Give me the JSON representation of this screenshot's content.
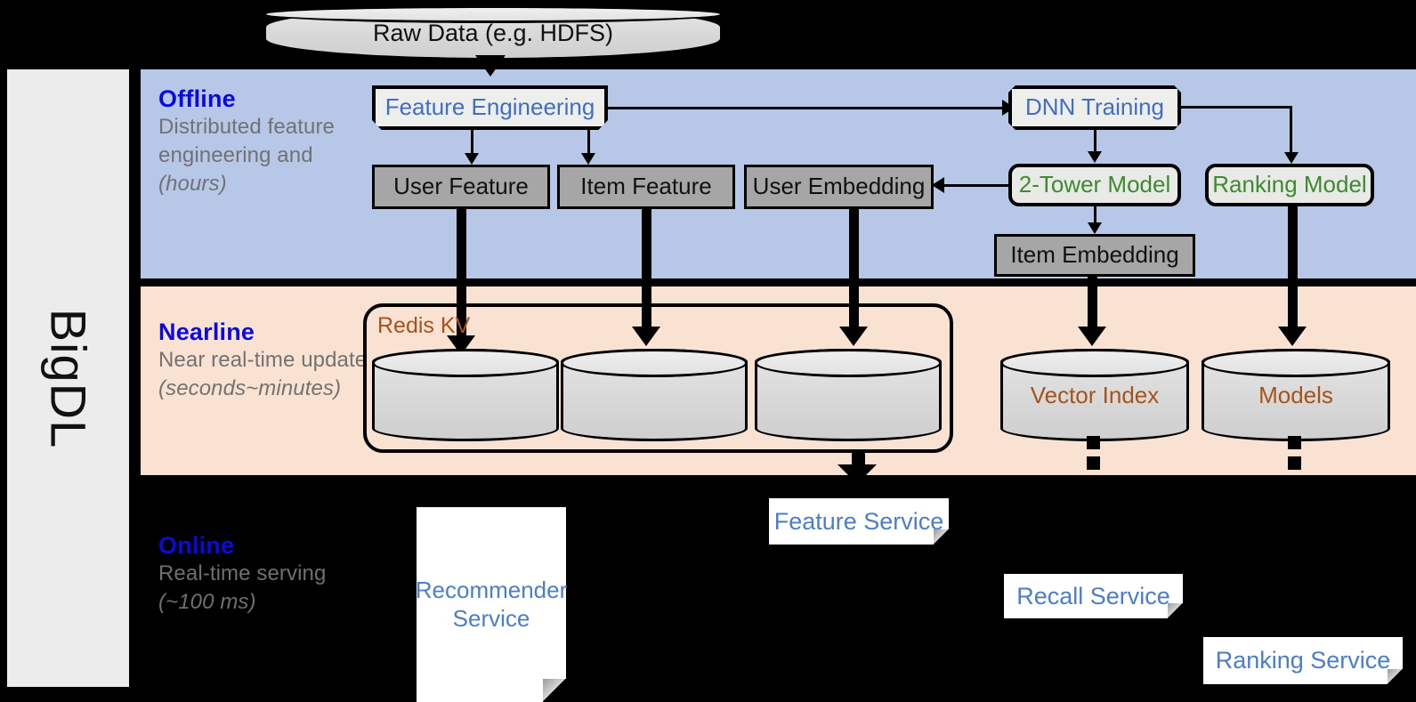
{
  "rail": {
    "label": "BigDL"
  },
  "bands": {
    "offline": {
      "title": "Offline",
      "subtitle": "Distributed feature engineering and ",
      "subtitle_em": "(hours)",
      "bg": "#b6c7e8"
    },
    "nearline": {
      "title": "Nearline",
      "subtitle": "Near real-time update ",
      "subtitle_em": "(seconds~minutes)",
      "bg": "#fae2d2"
    },
    "online": {
      "title": "Online",
      "subtitle": "Real-time serving ",
      "subtitle_em": "(~100 ms)",
      "bg": "#000000"
    }
  },
  "source": {
    "raw_data": "Raw Data (e.g. HDFS)"
  },
  "offline_nodes": {
    "feature_engineering": "Feature Engineering",
    "dnn_training": "DNN Training",
    "user_feature": "User Feature",
    "item_feature": "Item Feature",
    "user_embedding": "User Embedding",
    "two_tower_model": "2-Tower Model",
    "ranking_model": "Ranking Model",
    "item_embedding": "Item Embedding"
  },
  "nearline_nodes": {
    "redis_kv": "Redis KV",
    "vector_index": "Vector Index",
    "models": "Models"
  },
  "online_nodes": {
    "recommender_service": "Recommender Service",
    "feature_service": "Feature Service",
    "recall_service": "Recall Service",
    "ranking_service": "Ranking Service"
  },
  "colors": {
    "title_blue": "#0a0ae0",
    "process_blue": "#3f6fc4",
    "model_green": "#3d8b2f",
    "store_brown": "#a8521b",
    "service_blue": "#4a7ecb",
    "data_gray": "#a6a6a6"
  }
}
